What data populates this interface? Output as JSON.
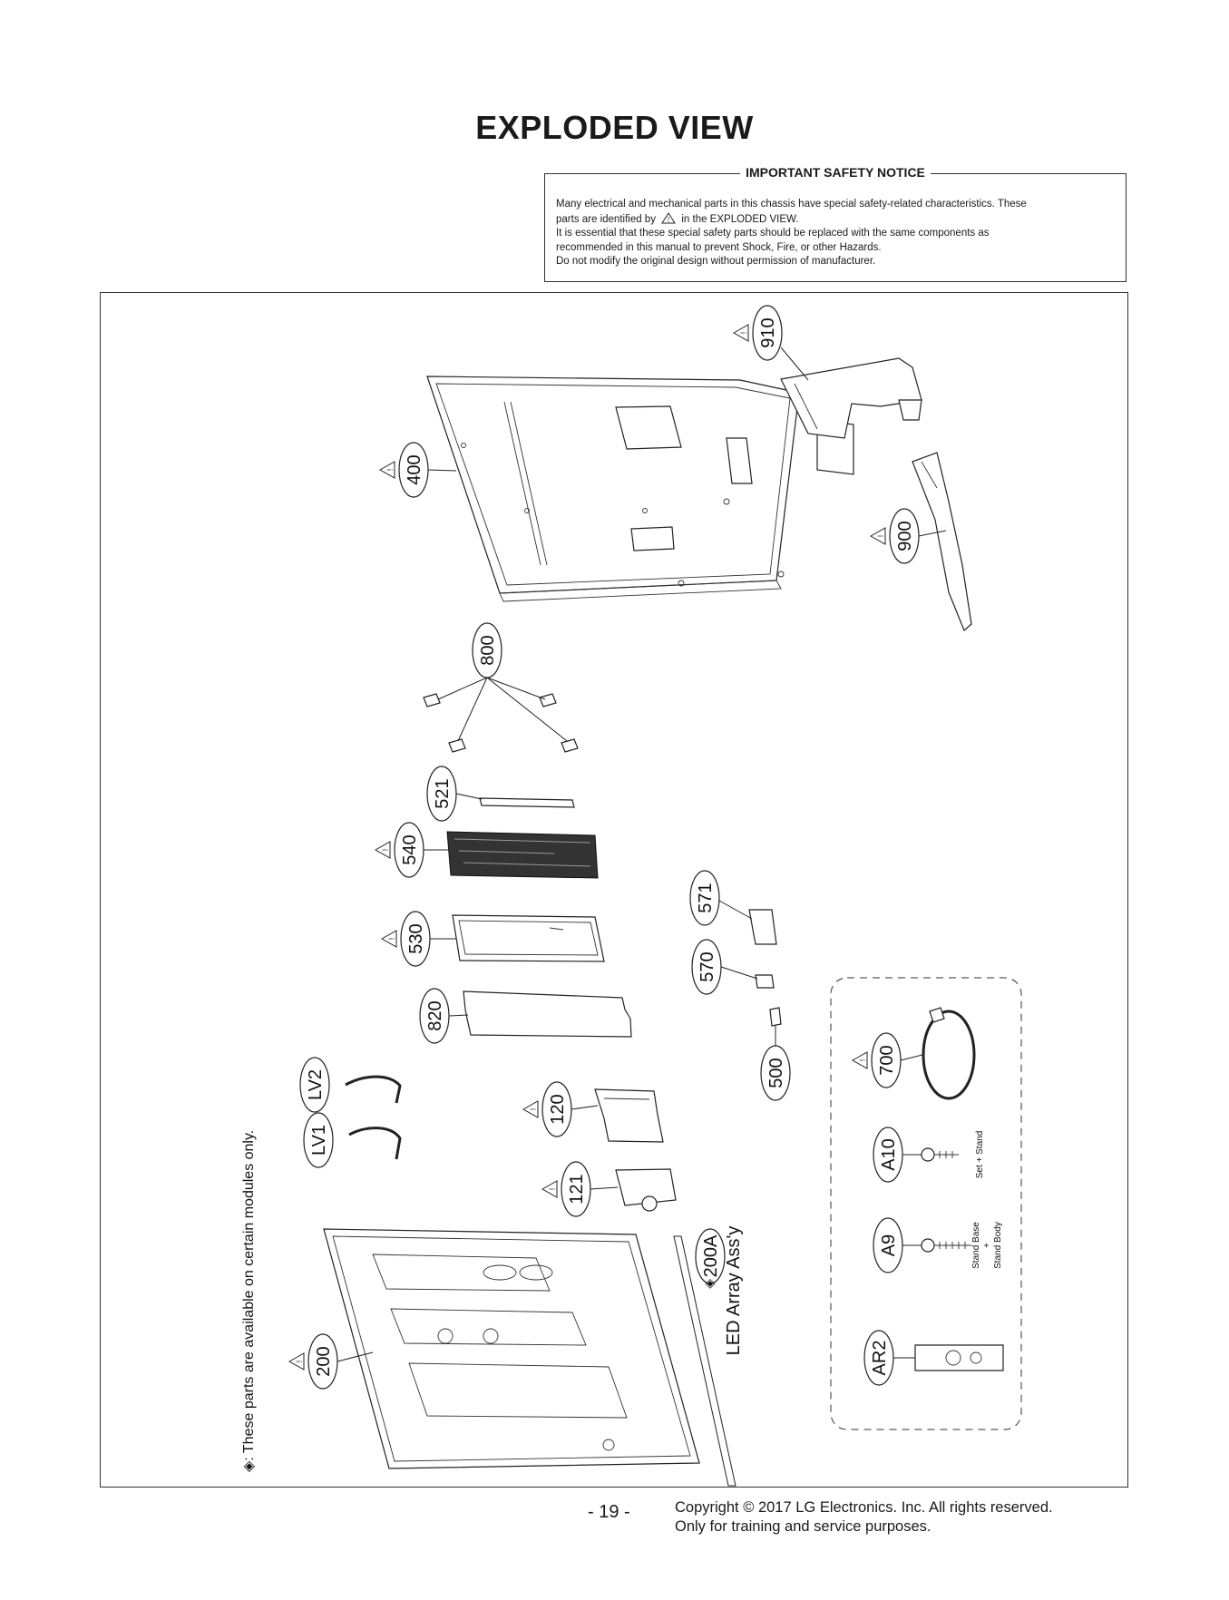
{
  "page": {
    "title": "EXPLODED VIEW",
    "page_number": "- 19 -",
    "copyright": "Copyright  © 2017 LG Electronics. Inc. All rights reserved.",
    "usage_note": "Only for training and service purposes."
  },
  "notice": {
    "title": "IMPORTANT SAFETY NOTICE",
    "line1": "Many electrical and mechanical parts in this chassis have special safety-related characteristics. These",
    "line2_before": "parts are identified by",
    "line2_after": "in the EXPLODED VIEW.",
    "line3": "It is essential that these special safety parts should be replaced with the same components as",
    "line4": "recommended in this manual to prevent Shock, Fire, or other Hazards.",
    "line5": "Do not modify the original design without permission of manufacturer."
  },
  "diagram": {
    "side_note": "◈: These parts are available on certain modules only.",
    "parts": {
      "p910": "910",
      "p400": "400",
      "p900": "900",
      "p800": "800",
      "p521": "521",
      "p540": "540",
      "p571": "571",
      "p530": "530",
      "p570": "570",
      "p820": "820",
      "p500": "500",
      "pLV2": "LV2",
      "pLV1": "LV1",
      "p120": "120",
      "p121": "121",
      "p700": "700",
      "pA10": "A10",
      "p200A": "200A",
      "pA9": "A9",
      "p200": "200",
      "pAR2": "AR2"
    },
    "led_label": "LED Array Ass'y",
    "screw_note_a10": "Set + Stand",
    "screw_note_a9_1": "Stand Base",
    "screw_note_a9_2": "+",
    "screw_note_a9_3": "Stand Body"
  }
}
